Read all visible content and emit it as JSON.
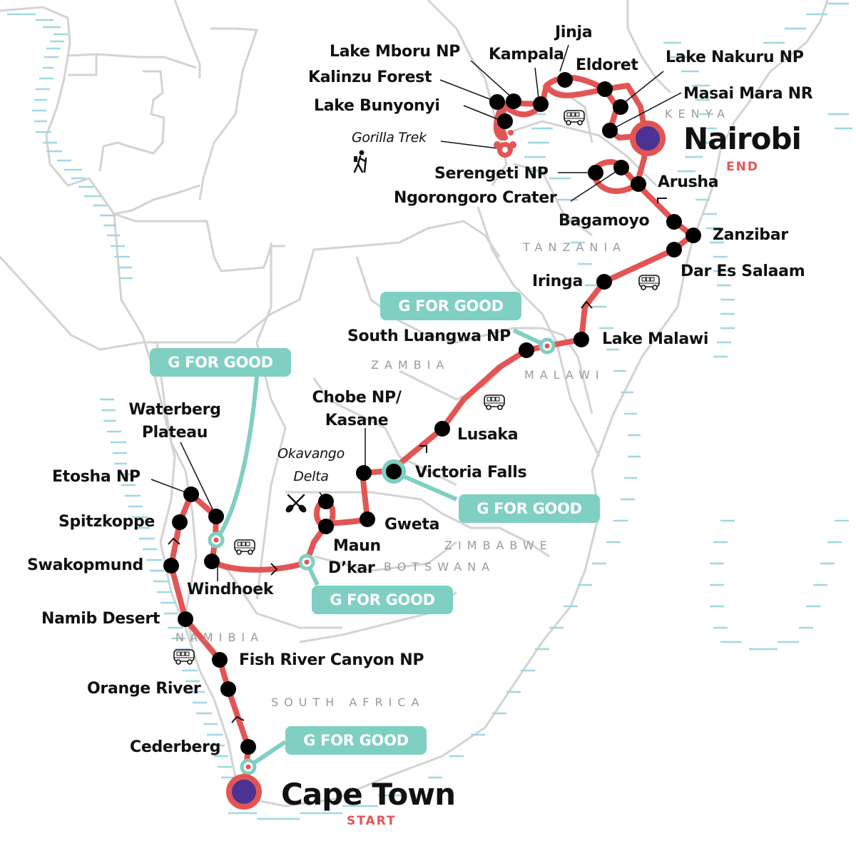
{
  "map": {
    "route_color": "#e25555",
    "endpoint_fill": "#4b3393",
    "g_for_good_color": "#7fcfc2",
    "border_color": "#d3d3d3",
    "water_color": "#9fd8e2"
  },
  "endpoints": {
    "start": {
      "name": "Cape Town",
      "tag": "START"
    },
    "end": {
      "name": "Nairobi",
      "tag": "END"
    }
  },
  "stops": [
    {
      "name": "Lake Mboru NP"
    },
    {
      "name": "Kampala"
    },
    {
      "name": "Jinja"
    },
    {
      "name": "Eldoret"
    },
    {
      "name": "Lake Nakuru NP"
    },
    {
      "name": "Masai Mara NR"
    },
    {
      "name": "Kalinzu Forest"
    },
    {
      "name": "Lake Bunyonyi"
    },
    {
      "name": "Serengeti NP"
    },
    {
      "name": "Ngorongoro Crater"
    },
    {
      "name": "Arusha"
    },
    {
      "name": "Bagamoyo"
    },
    {
      "name": "Zanzibar"
    },
    {
      "name": "Dar Es Salaam"
    },
    {
      "name": "Iringa"
    },
    {
      "name": "Lake Malawi"
    },
    {
      "name": "South Luangwa NP"
    },
    {
      "name": "Chobe NP/",
      "line2": "Kasane"
    },
    {
      "name": "Lusaka"
    },
    {
      "name": "Victoria Falls"
    },
    {
      "name": "Gweta"
    },
    {
      "name": "Maun"
    },
    {
      "name": "D’kar"
    },
    {
      "name": "Waterberg",
      "line2": "Plateau"
    },
    {
      "name": "Etosha NP"
    },
    {
      "name": "Spitzkoppe"
    },
    {
      "name": "Swakopmund"
    },
    {
      "name": "Windhoek"
    },
    {
      "name": "Namib Desert"
    },
    {
      "name": "Fish River Canyon NP"
    },
    {
      "name": "Orange River"
    },
    {
      "name": "Cederberg"
    }
  ],
  "activities": {
    "gorilla_trek": "Gorilla Trek",
    "okavango": "Okavango",
    "okavango_line2": "Delta"
  },
  "countries": {
    "kenya": "KENYA",
    "tanzania": "TANZANIA",
    "zambia": "ZAMBIA",
    "malawi": "MALAWI",
    "zimbabwe": "ZIMBABWE",
    "botswana": "BOTSWANA",
    "namibia": "NAMIBIA",
    "south_africa": "SOUTH AFRICA"
  },
  "g_for_good": {
    "label": "G FOR GOOD"
  },
  "icons": {
    "bus": "bus-icon",
    "hiker": "hiker-icon",
    "paddles": "paddles-icon",
    "direction": "chevron-arrow-icon"
  }
}
